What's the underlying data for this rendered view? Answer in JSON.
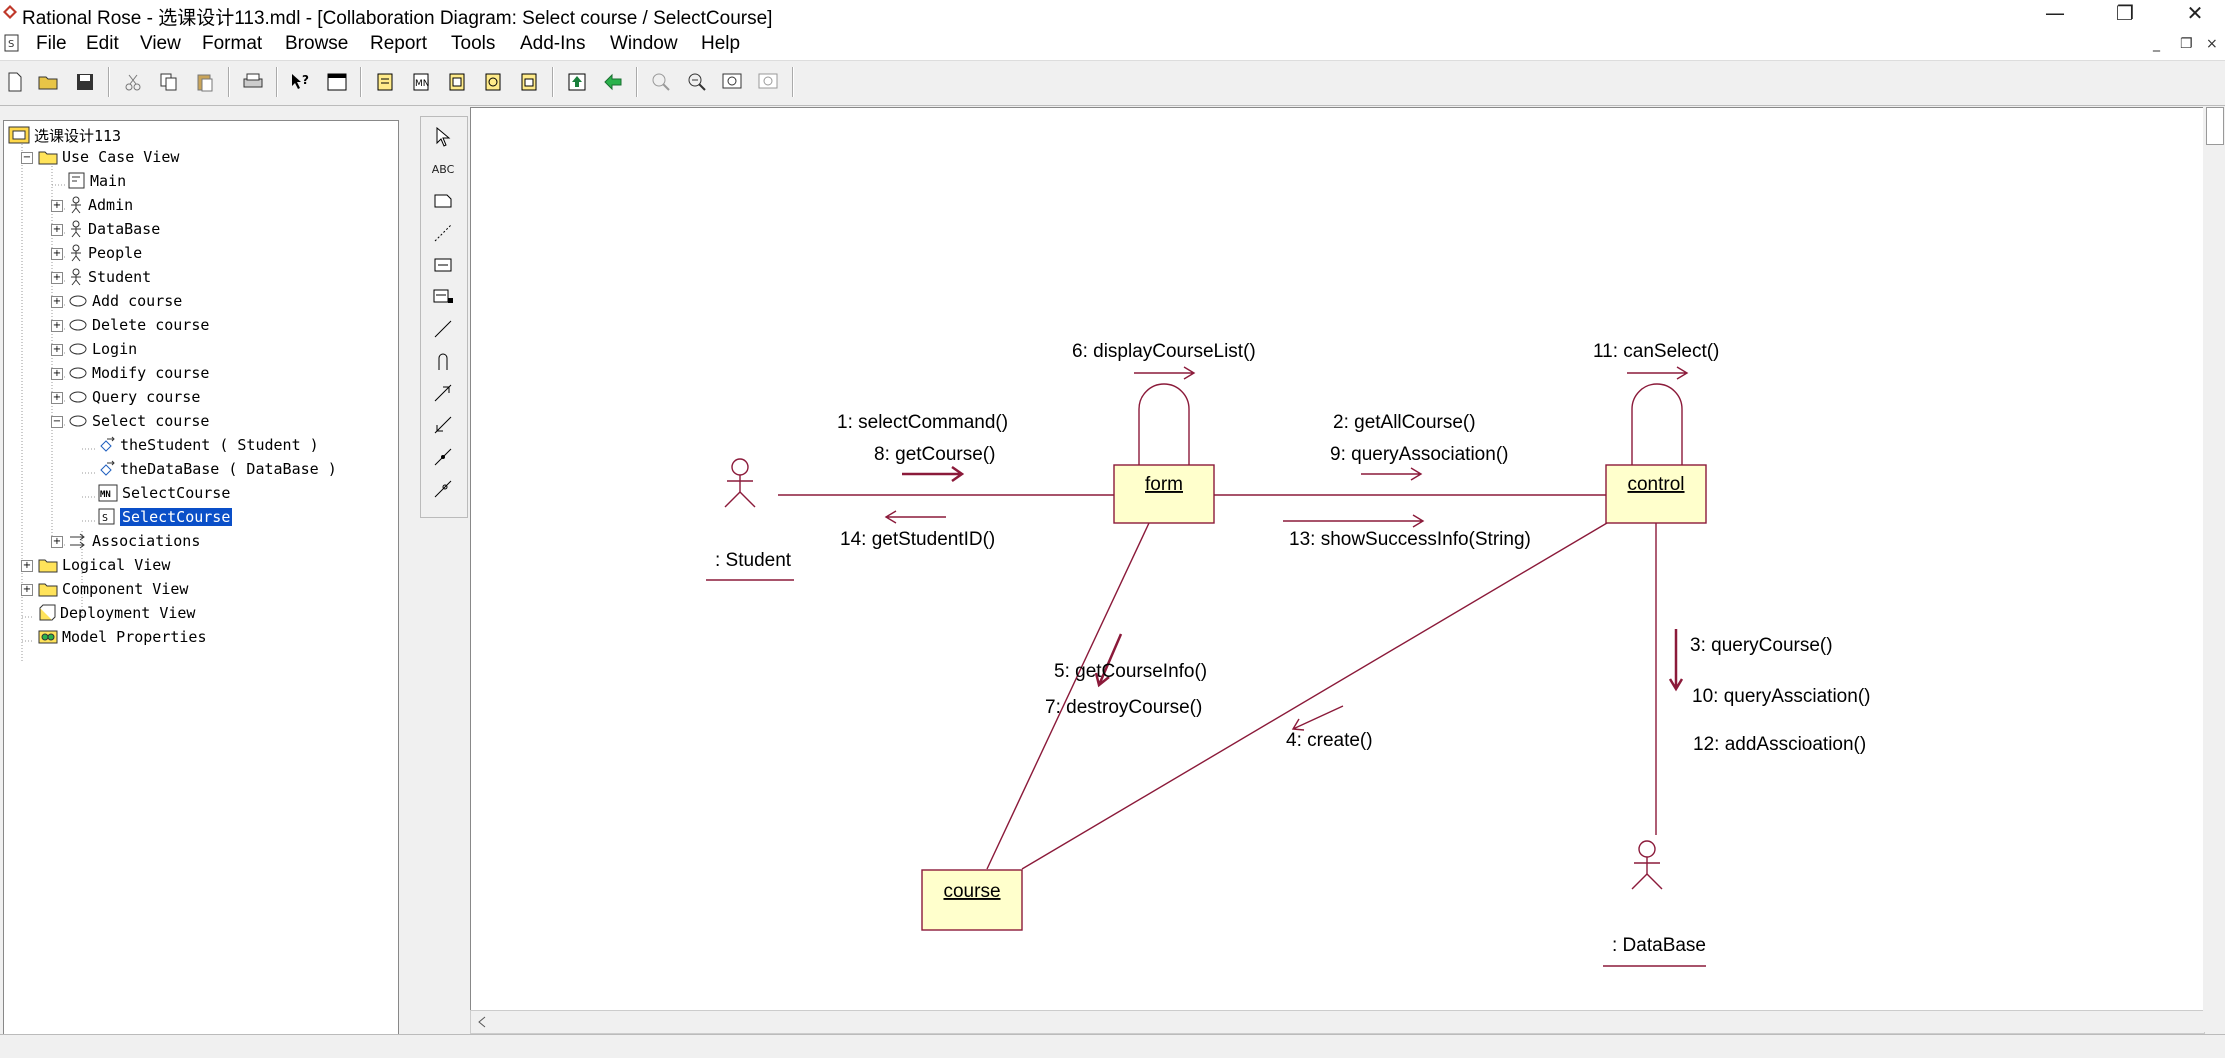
{
  "window": {
    "title": "Rational Rose - 选课设计113.mdl - [Collaboration Diagram: Select course / SelectCourse]",
    "minimize": "—",
    "restore": "❐",
    "close": "✕"
  },
  "menu": {
    "items": [
      "File",
      "Edit",
      "View",
      "Format",
      "Browse",
      "Report",
      "Tools",
      "Add-Ins",
      "Window",
      "Help"
    ],
    "mdi_minimize": "_",
    "mdi_restore": "❐",
    "mdi_close": "×"
  },
  "browser": {
    "root": "选课设计113",
    "items": [
      {
        "label": "Use Case View",
        "icon": "folder-icon",
        "level": 1,
        "expander": "−"
      },
      {
        "label": "Main",
        "icon": "diagram-icon",
        "level": 2,
        "expander": ""
      },
      {
        "label": "Admin",
        "icon": "actor-icon",
        "level": 2,
        "expander": "+"
      },
      {
        "label": "DataBase",
        "icon": "actor-icon",
        "level": 2,
        "expander": "+"
      },
      {
        "label": "People",
        "icon": "actor-icon",
        "level": 2,
        "expander": "+"
      },
      {
        "label": "Student",
        "icon": "actor-icon",
        "level": 2,
        "expander": "+"
      },
      {
        "label": "Add course",
        "icon": "usecase-icon",
        "level": 2,
        "expander": "+"
      },
      {
        "label": "Delete course",
        "icon": "usecase-icon",
        "level": 2,
        "expander": "+"
      },
      {
        "label": "Login",
        "icon": "usecase-icon",
        "level": 2,
        "expander": "+"
      },
      {
        "label": "Modify course",
        "icon": "usecase-icon",
        "level": 2,
        "expander": "+"
      },
      {
        "label": "Query course",
        "icon": "usecase-icon",
        "level": 2,
        "expander": "+"
      },
      {
        "label": "Select course",
        "icon": "usecase-icon",
        "level": 2,
        "expander": "−"
      },
      {
        "label": "theStudent ( Student )",
        "icon": "association-icon",
        "level": 3,
        "expander": ""
      },
      {
        "label": "theDataBase ( DataBase )",
        "icon": "association-icon",
        "level": 3,
        "expander": ""
      },
      {
        "label": "SelectCourse",
        "icon": "sequence-diagram-icon",
        "level": 3,
        "expander": ""
      },
      {
        "label": "SelectCourse",
        "icon": "collaboration-diagram-icon",
        "level": 3,
        "expander": "",
        "selected": true
      },
      {
        "label": "Associations",
        "icon": "associations-icon",
        "level": 2,
        "expander": "+"
      },
      {
        "label": "Logical View",
        "icon": "folder-icon",
        "level": 1,
        "expander": "+"
      },
      {
        "label": "Component View",
        "icon": "folder-icon",
        "level": 1,
        "expander": "+"
      },
      {
        "label": "Deployment View",
        "icon": "deployment-icon",
        "level": 1,
        "expander": ""
      },
      {
        "label": "Model Properties",
        "icon": "properties-icon",
        "level": 1,
        "expander": ""
      }
    ]
  },
  "toolbox": {
    "text_tool": "ABC"
  },
  "diagram": {
    "objects": {
      "form": "form",
      "control": "control",
      "course": "course"
    },
    "actors": {
      "student": ": Student",
      "database": ": DataBase"
    },
    "messages": {
      "m6": "6: displayCourseList()",
      "m11": "11: canSelect()",
      "m1": "1: selectCommand()",
      "m8": "8: getCourse()",
      "m14": "14: getStudentID()",
      "m2": "2: getAllCourse()",
      "m9": "9: queryAssociation()",
      "m13": "13: showSuccessInfo(String)",
      "m5": "5: getCourseInfo()",
      "m7": "7: destroyCourse()",
      "m4": "4: create()",
      "m3": "3: queryCourse()",
      "m10": "10: queryAssciation()",
      "m12": "12: addAsscioation()"
    },
    "line_color": "#8b1a3a",
    "object_fill": "#ffffcc"
  }
}
